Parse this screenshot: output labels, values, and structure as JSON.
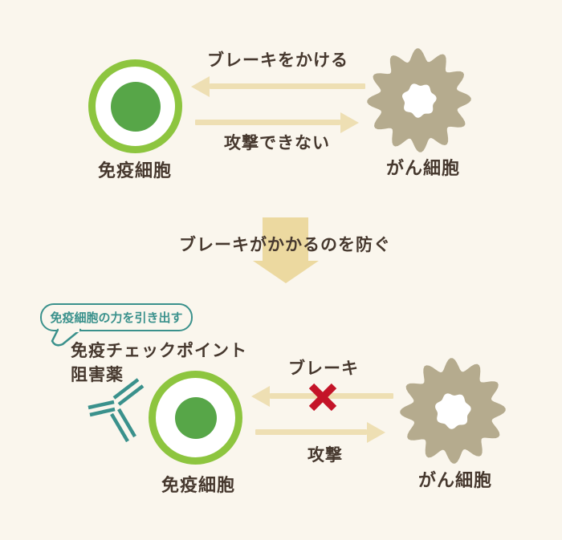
{
  "palette": {
    "bg": "#faf6ed",
    "arrow": "#eedfb3",
    "big_arrow": "#ecd9a0",
    "gear": "#b5ab8e",
    "ring": "#8dc53f",
    "core": "#57a648",
    "text": "#46382e",
    "teal": "#3a918c",
    "red": "#c41428"
  },
  "icons": {
    "immune_cell_icon": "green ring circle with green nucleus",
    "cancer_cell_icon": "beige 12-bump gear blob with white hole",
    "antibody_icon": "teal Y-shaped double-stroke antibody",
    "down_arrow_icon": "large beige downward block arrow",
    "left_arrow_icon": "beige arrow pointing left",
    "right_arrow_icon": "beige arrow pointing right",
    "x_mark_icon": "✕",
    "speech_bubble": "teal outlined rounded bubble with tail"
  },
  "top": {
    "brake_arrow_label": "ブレーキをかける",
    "attack_arrow_label": "攻撃できない",
    "immune_cell_label": "免疫細胞",
    "cancer_cell_label": "がん細胞"
  },
  "transition": {
    "caption": "ブレーキがかかるのを防ぐ"
  },
  "bottom": {
    "bubble_text": "免疫細胞の力を引き出す",
    "drug_name_line1": "免疫チェックポイント",
    "drug_name_line2": "阻害薬",
    "brake_arrow_label": "ブレーキ",
    "attack_arrow_label": "攻撃",
    "immune_cell_label": "免疫細胞",
    "cancer_cell_label": "がん細胞"
  }
}
